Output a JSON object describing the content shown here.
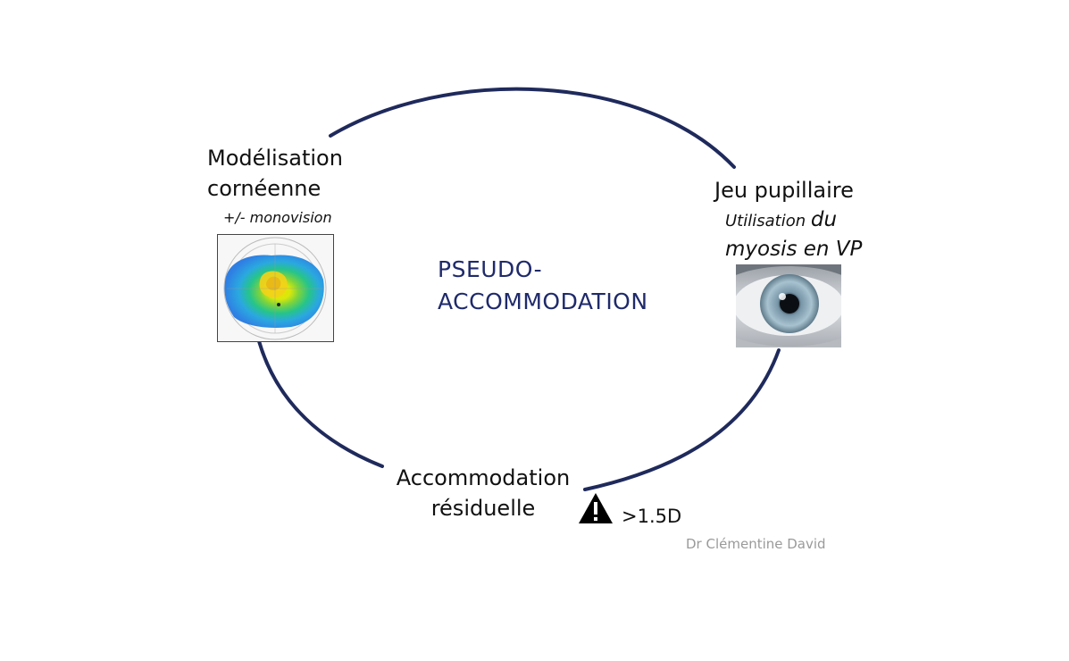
{
  "diagram": {
    "center": {
      "line1": "PSEUDO-",
      "line2": "ACCOMMODATION"
    },
    "nodes": {
      "cornea": {
        "title_line1": "Modélisation",
        "title_line2": "cornéenne",
        "subtitle": "+/- monovision",
        "image_icon": "corneal-topography-map"
      },
      "pupil": {
        "title": "Jeu pupillaire",
        "subtitle_word1": "Utilisation",
        "subtitle_word2": "du",
        "subtitle_line2": "myosis en VP",
        "image_icon": "eye-iris-photo"
      },
      "residual": {
        "title_line1": "Accommodation",
        "title_line2": "résiduelle",
        "warning_icon": "warning-triangle-icon",
        "warning_text": ">1.5D"
      }
    },
    "credit": "Dr Clémentine David",
    "colors": {
      "ring": "#1f2a5c",
      "center_text": "#1f2a6b",
      "credit": "#9a9a9a"
    }
  }
}
